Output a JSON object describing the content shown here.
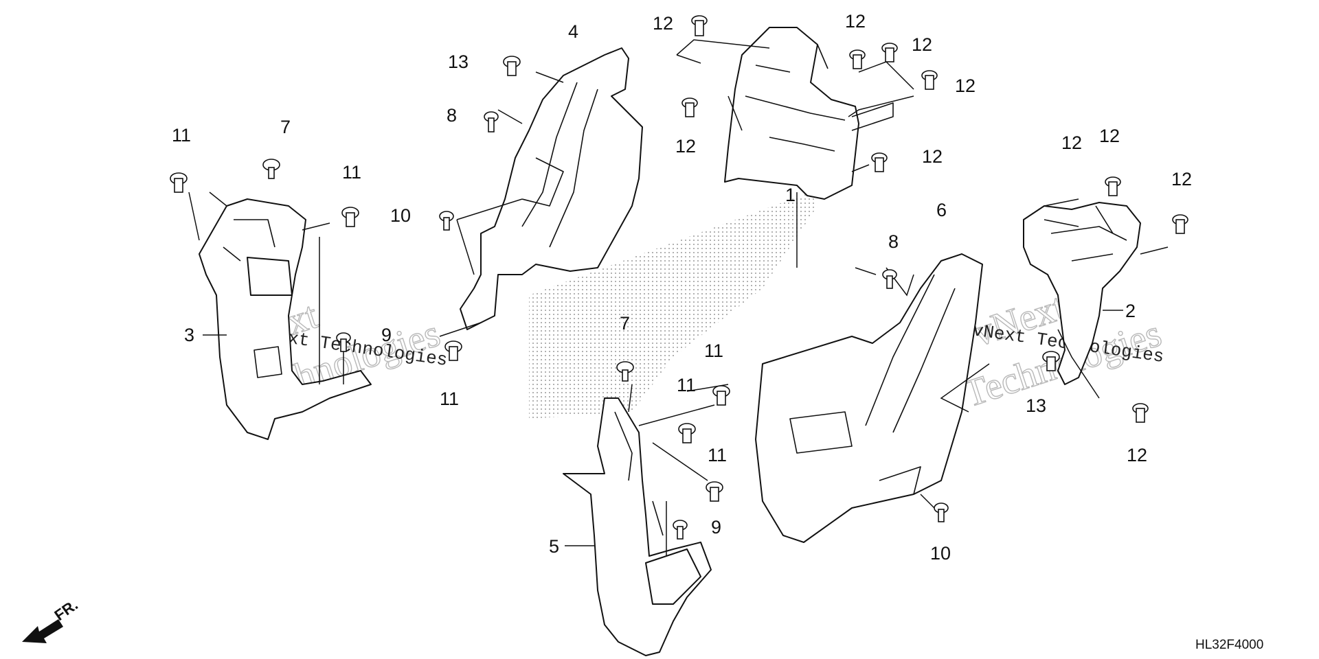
{
  "diagram": {
    "callouts": [
      {
        "id": "c-12a",
        "text": "12"
      },
      {
        "id": "c-12b",
        "text": "12"
      },
      {
        "id": "c-12c",
        "text": "12"
      },
      {
        "id": "c-12d",
        "text": "12"
      },
      {
        "id": "c-12e",
        "text": "12"
      },
      {
        "id": "c-12f",
        "text": "12"
      },
      {
        "id": "c-12g",
        "text": "12"
      },
      {
        "id": "c-12h",
        "text": "12"
      },
      {
        "id": "c-12i",
        "text": "12"
      },
      {
        "id": "c-12j",
        "text": "12"
      },
      {
        "id": "c-13a",
        "text": "13"
      },
      {
        "id": "c-13b",
        "text": "13"
      },
      {
        "id": "c-4",
        "text": "4"
      },
      {
        "id": "c-8a",
        "text": "8"
      },
      {
        "id": "c-8b",
        "text": "8"
      },
      {
        "id": "c-11a",
        "text": "11"
      },
      {
        "id": "c-11b",
        "text": "11"
      },
      {
        "id": "c-11c",
        "text": "11"
      },
      {
        "id": "c-11d",
        "text": "11"
      },
      {
        "id": "c-11e",
        "text": "11"
      },
      {
        "id": "c-11f",
        "text": "11"
      },
      {
        "id": "c-7a",
        "text": "7"
      },
      {
        "id": "c-7b",
        "text": "7"
      },
      {
        "id": "c-10a",
        "text": "10"
      },
      {
        "id": "c-10b",
        "text": "10"
      },
      {
        "id": "c-1",
        "text": "1"
      },
      {
        "id": "c-6",
        "text": "6"
      },
      {
        "id": "c-2",
        "text": "2"
      },
      {
        "id": "c-3",
        "text": "3"
      },
      {
        "id": "c-9a",
        "text": "9"
      },
      {
        "id": "c-9b",
        "text": "9"
      },
      {
        "id": "c-5",
        "text": "5"
      }
    ],
    "direction_label": "FR.",
    "reference_code": "HL32F4000",
    "watermarks": [
      {
        "a": "vNext",
        "b": "Technologies",
        "line": "vNext Technologies"
      },
      {
        "a": "vNext",
        "b": "Technologies",
        "line": "vNext Technologies"
      }
    ]
  }
}
